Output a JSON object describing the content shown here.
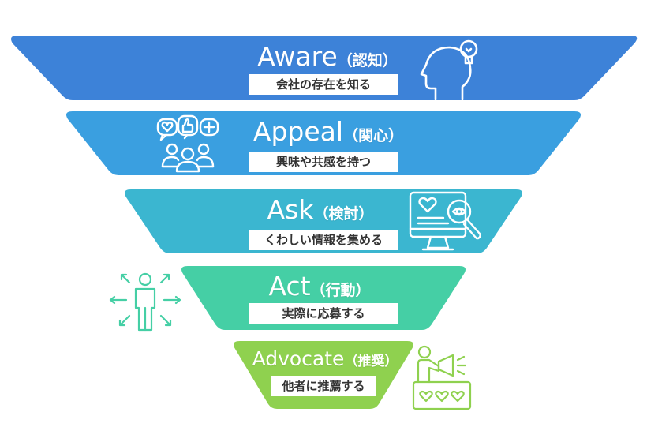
{
  "diagram": {
    "stages": [
      {
        "en": "Aware",
        "jp": "（認知）",
        "desc": "会社の存在を知る",
        "color": "#3d82d8",
        "icon": "head-idea-icon"
      },
      {
        "en": "Appeal",
        "jp": "（関心）",
        "desc": "興味や共感を持つ",
        "color": "#3a9fe0",
        "icon": "social-reaction-group-icon"
      },
      {
        "en": "Ask",
        "jp": "（検討）",
        "desc": "くわしい情報を集める",
        "color": "#3bb6d0",
        "icon": "monitor-research-icon"
      },
      {
        "en": "Act",
        "jp": "（行動）",
        "desc": "実際に応募する",
        "color": "#45cfa5",
        "icon": "person-action-arrows-icon"
      },
      {
        "en": "Advocate",
        "jp": "（推奨）",
        "desc": "他者に推薦する",
        "color": "#8fd14f",
        "icon": "megaphone-recommend-icon"
      }
    ]
  }
}
